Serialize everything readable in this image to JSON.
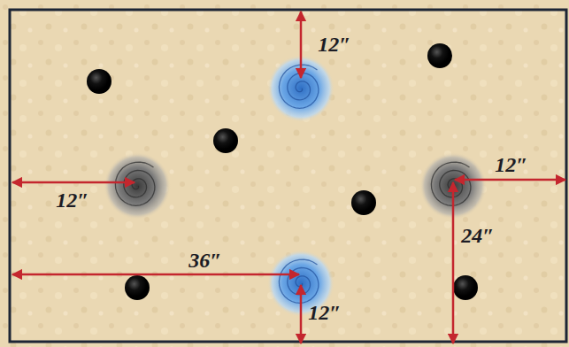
{
  "diagram": {
    "labels": [
      "12″",
      "12″",
      "12″",
      "24″",
      "36″",
      "12″"
    ]
  }
}
